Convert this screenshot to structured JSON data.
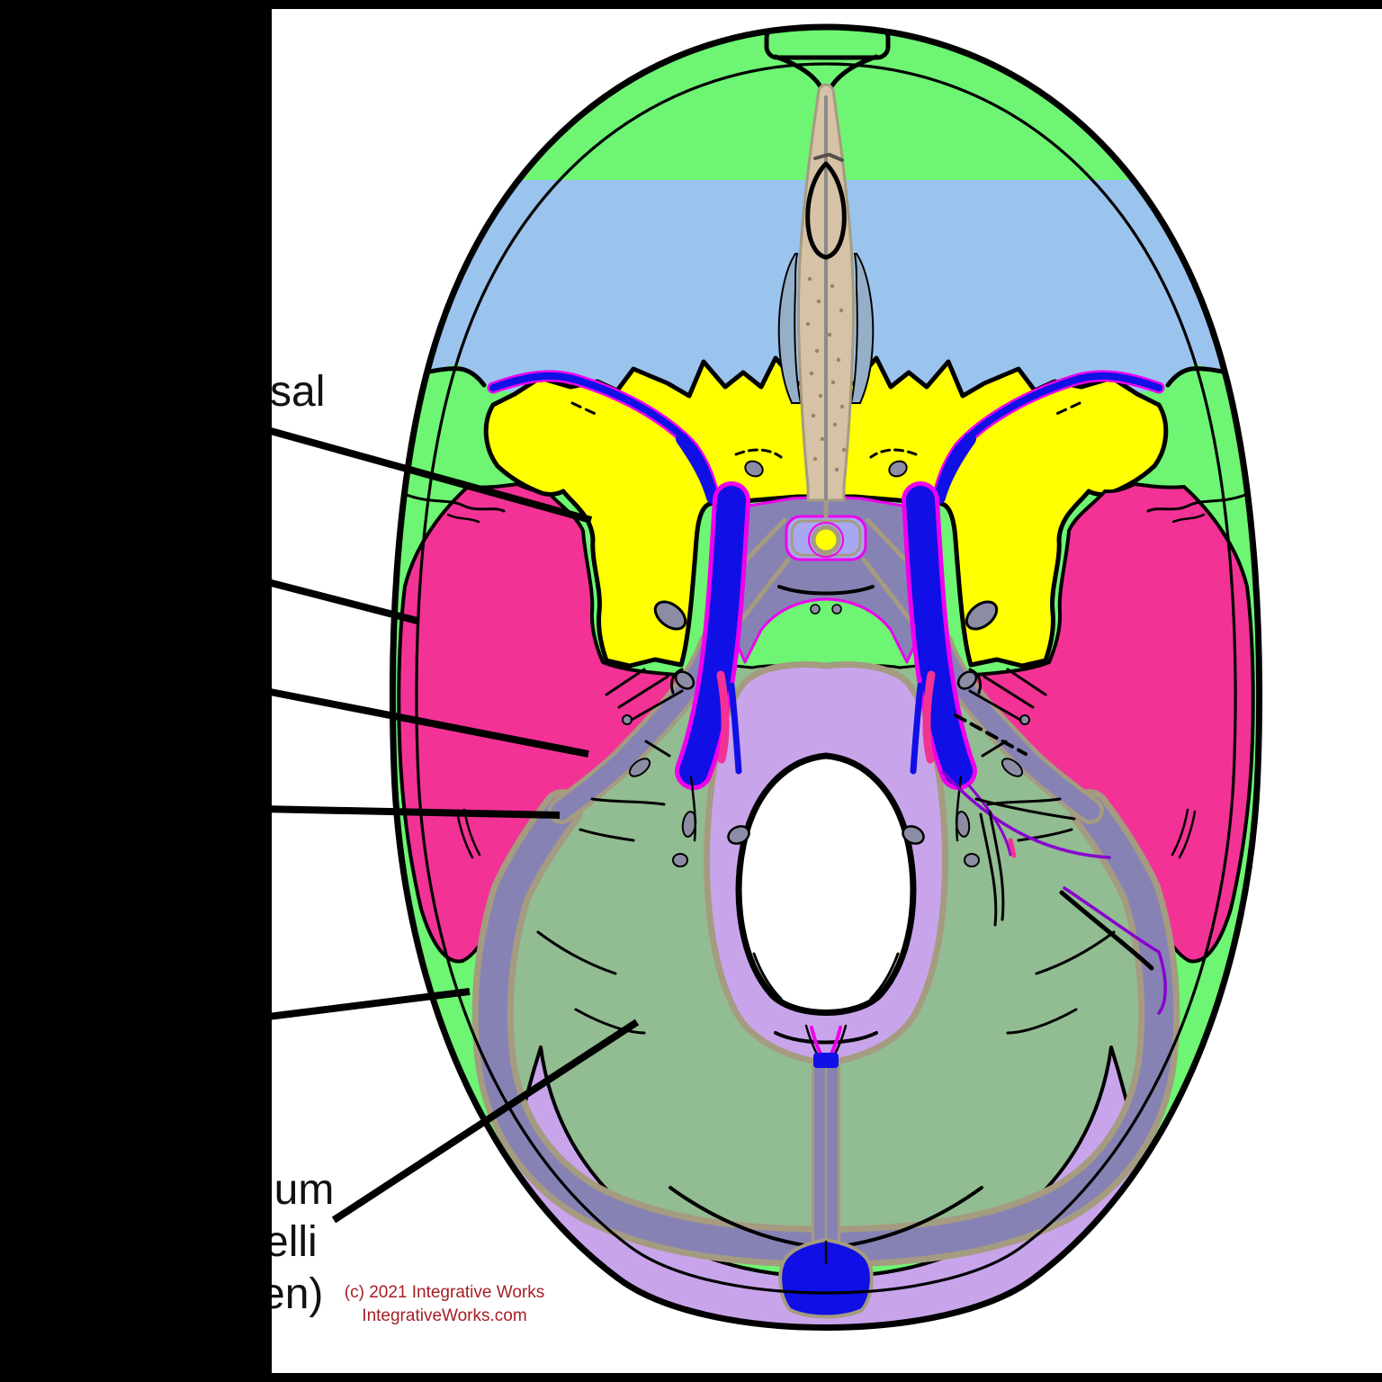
{
  "title": "Cranial base anatomy illustration (superior view) with colored bones and dural structures",
  "labels": {
    "partial_label_1": "sal",
    "partial_label_2": "ium",
    "partial_label_3": "elli",
    "partial_label_4": "en)"
  },
  "copyright": {
    "line_1": "(c) 2021 Integrative Works",
    "line_2": "IntegrativeWorks.com"
  },
  "palette": {
    "background": "#FFFFFF",
    "mask_black": "#000000",
    "frontal_blue": "#9AC4EE",
    "parietal_green": "#6EF573",
    "sphenoid_yellow": "#FFFF00",
    "temporal_pink": "#F33296",
    "occipital_lavender": "#C8A5EB",
    "tentorium_sage": "#92BC92",
    "dural_gray_purple": "#8782B4",
    "band_tan": "#A59B80",
    "falx_tan": "#D6C2A6",
    "sinus_blue": "#1010E6",
    "sella_periwinkle": "#A8A8F0",
    "magenta_line": "#EE00EE",
    "violet_line": "#8A00D0",
    "ethmoid_bluegray": "#96AFC8",
    "foramen_gray": "#8C8CA4",
    "outline_black": "#000000",
    "label_text": "#111111",
    "copyright_red": "#A51E23"
  },
  "regions": [
    {
      "name": "frontal-region",
      "color_key": "frontal_blue"
    },
    {
      "name": "parietal-ring",
      "color_key": "parietal_green"
    },
    {
      "name": "sphenoid-butterfly",
      "color_key": "sphenoid_yellow"
    },
    {
      "name": "temporal-bones",
      "color_key": "temporal_pink"
    },
    {
      "name": "occipital-bone",
      "color_key": "occipital_lavender"
    },
    {
      "name": "tentorium-cerebelli",
      "color_key": "tentorium_sage"
    },
    {
      "name": "dural-sinus-margins",
      "color_key": "dural_gray_purple"
    },
    {
      "name": "venous-sinuses",
      "color_key": "sinus_blue"
    },
    {
      "name": "falx-attachment",
      "color_key": "falx_tan"
    }
  ]
}
